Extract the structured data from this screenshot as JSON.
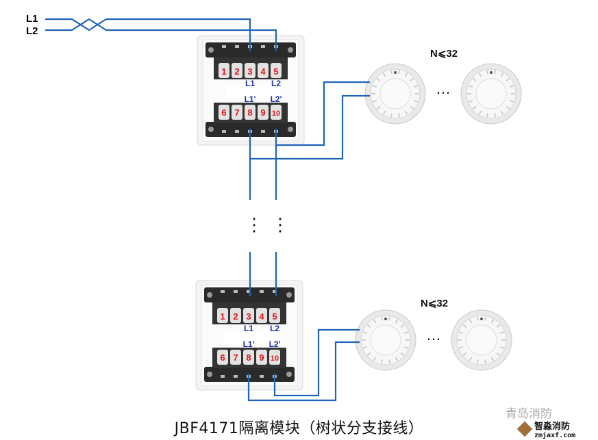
{
  "bus_labels": {
    "l1": "L1",
    "l2": "L2"
  },
  "module": {
    "top_terminals": [
      "1",
      "2",
      "3",
      "4",
      "5"
    ],
    "bottom_terminals": [
      "6",
      "7",
      "8",
      "9",
      "10"
    ],
    "in_labels": [
      "L1",
      "L2"
    ],
    "out_labels": [
      "L1'",
      "L2'"
    ]
  },
  "branches": [
    {
      "limit_label": "N⩽32",
      "ellipsis": "…"
    },
    {
      "limit_label": "N⩽32",
      "ellipsis": "…"
    }
  ],
  "continuation": "⋮",
  "caption": "JBF4171隔离模块（树状分支接线）",
  "watermark": {
    "account": "青岛消防",
    "brand": "智淼消防",
    "site": "zmjaxf.com"
  },
  "colors": {
    "wire": "#1f63b8",
    "terminal_number": "#e0161b",
    "terminal_label": "#1a2fb0"
  }
}
